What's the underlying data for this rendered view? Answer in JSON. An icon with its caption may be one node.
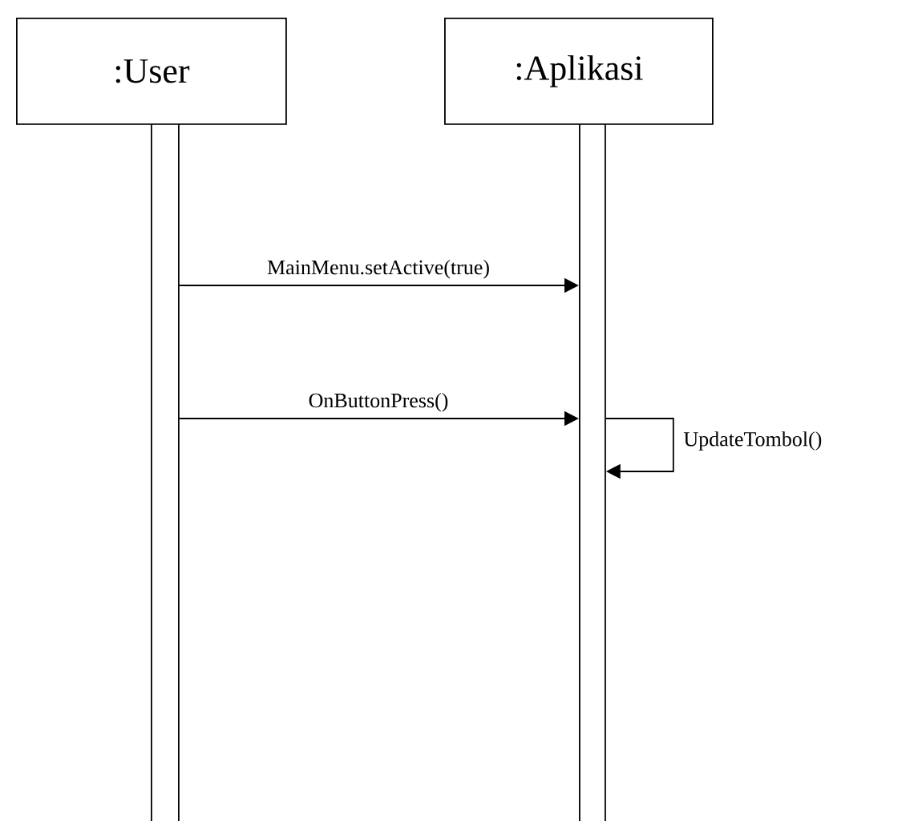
{
  "diagram": {
    "nodes": [
      {
        "text": [
          ":User"
        ]
      },
      {
        "text": [
          ":Aplikasi"
        ]
      },
      {
        "text": [],
        "shape": "bar"
      },
      {
        "text": [],
        "shape": "bar"
      }
    ],
    "edges": [
      {
        "from": 2,
        "to": 3,
        "arrow": "to",
        "label": "MainMenu.setActive(true)"
      },
      {
        "from": 2,
        "to": 3,
        "arrow": "to",
        "label": "OnButtonPress()"
      },
      {
        "from": 3,
        "to": 3,
        "arrow": "to",
        "label": "UpdateTombol()"
      }
    ]
  }
}
